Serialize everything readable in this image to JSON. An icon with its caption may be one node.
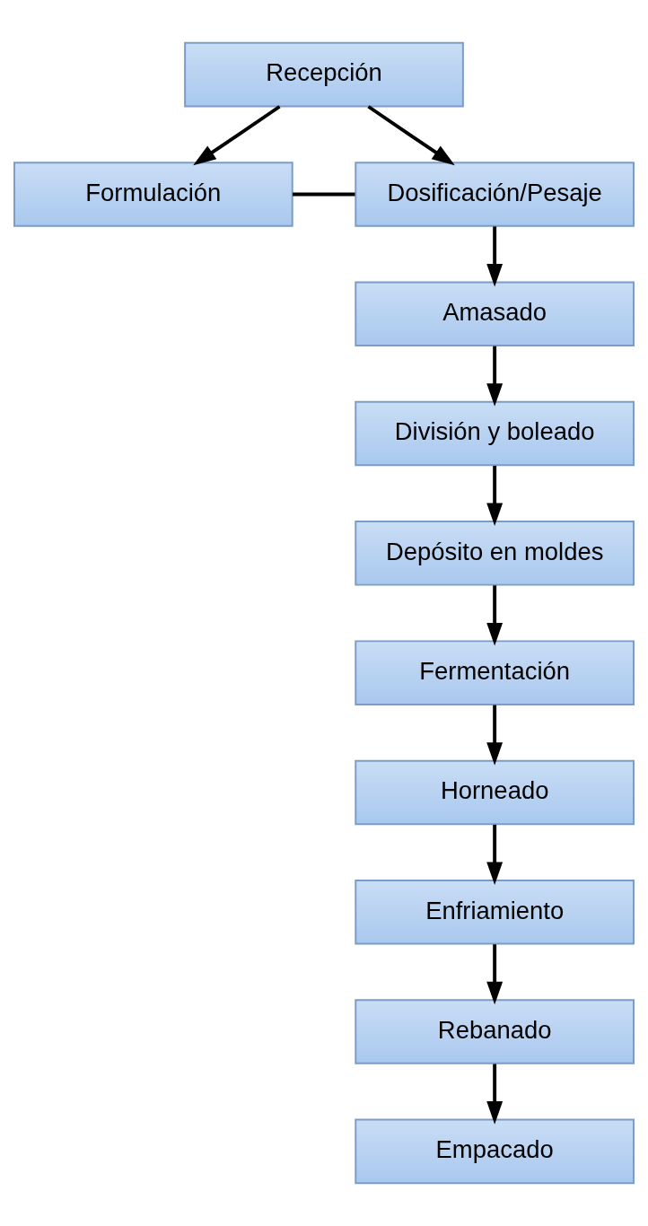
{
  "diagram": {
    "nodes": [
      {
        "text": [
          "Recepción"
        ]
      },
      {
        "text": [
          "Formulación"
        ]
      },
      {
        "text": [
          "Dosificación/Pesaje"
        ]
      },
      {
        "text": [
          "Amasado"
        ]
      },
      {
        "text": [
          "División y boleado"
        ]
      },
      {
        "text": [
          "Depósito en moldes"
        ]
      },
      {
        "text": [
          "Fermentación"
        ]
      },
      {
        "text": [
          "Horneado"
        ]
      },
      {
        "text": [
          "Enfriamiento"
        ]
      },
      {
        "text": [
          "Rebanado"
        ]
      },
      {
        "text": [
          "Empacado"
        ]
      }
    ],
    "edges": [
      {
        "from": 0,
        "to": 1,
        "arrow": "to"
      },
      {
        "from": 0,
        "to": 2,
        "arrow": "to"
      },
      {
        "from": 1,
        "to": 2,
        "arrow": "none"
      },
      {
        "from": 2,
        "to": 3,
        "arrow": "to"
      },
      {
        "from": 3,
        "to": 4,
        "arrow": "to"
      },
      {
        "from": 4,
        "to": 5,
        "arrow": "to"
      },
      {
        "from": 5,
        "to": 6,
        "arrow": "to"
      },
      {
        "from": 6,
        "to": 7,
        "arrow": "to"
      },
      {
        "from": 7,
        "to": 8,
        "arrow": "to"
      },
      {
        "from": 8,
        "to": 9,
        "arrow": "to"
      },
      {
        "from": 9,
        "to": 10,
        "arrow": "to"
      }
    ]
  }
}
